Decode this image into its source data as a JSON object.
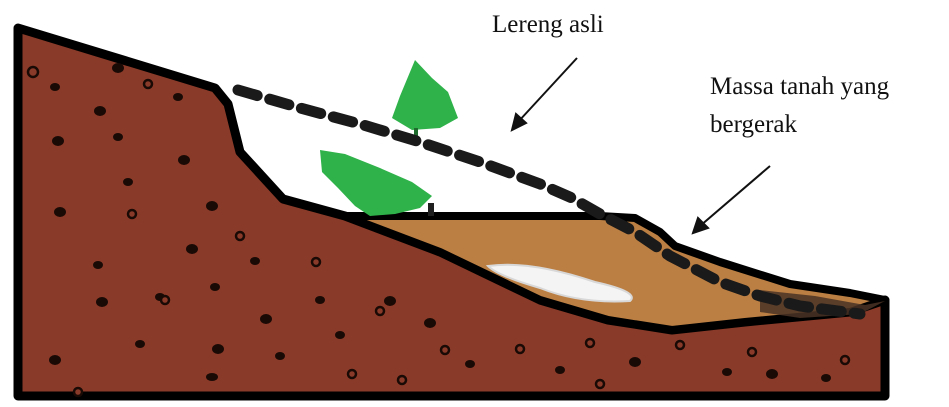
{
  "labels": {
    "original_slope": "Lereng asli",
    "moving_mass_line1": "Massa tanah yang",
    "moving_mass_line2": "bergerak"
  },
  "colors": {
    "soil": "#8a3a28",
    "soil_dark": "#5a1f14",
    "moving_mass": "#bc7f43",
    "outline": "#000000",
    "tree": "#2fb24a",
    "void": "#f4f4f4",
    "dashed_line": "#1a1a1a"
  },
  "icons": [
    "tree-icon",
    "arrow-icon"
  ]
}
